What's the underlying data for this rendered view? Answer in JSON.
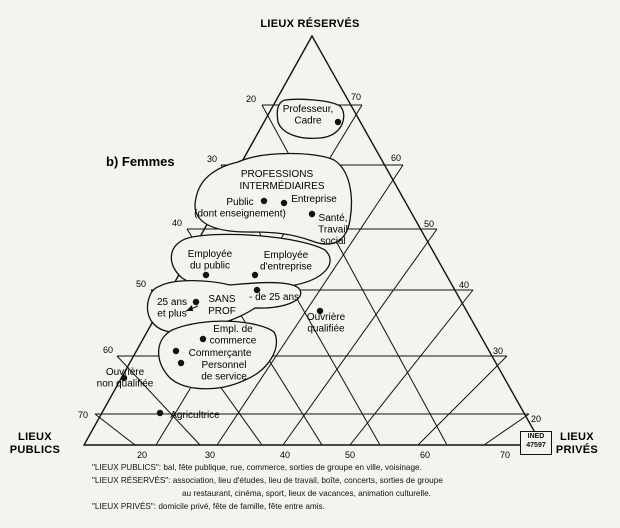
{
  "axes": {
    "top": "LIEUX RÉSERVÉS",
    "left_line1": "LIEUX",
    "left_line2": "PUBLICS",
    "right_line1": "LIEUX",
    "right_line2": "PRIVÉS"
  },
  "panel_title": "b) Femmes",
  "ticks": {
    "left_edge": [
      "20",
      "30",
      "40",
      "50",
      "60",
      "70"
    ],
    "right_edge": [
      "70",
      "60",
      "50",
      "40",
      "30",
      "20"
    ],
    "bottom_edge": [
      "20",
      "30",
      "40",
      "50",
      "60",
      "70"
    ]
  },
  "groups": {
    "professions_line1": "PROFESSIONS",
    "professions_line2": "INTERMÉDIAIRES",
    "sans_prof_line1": "SANS",
    "sans_prof_line2": "PROF"
  },
  "points": [
    {
      "id": "professeur",
      "lines": [
        "Professeur,",
        "Cadre"
      ]
    },
    {
      "id": "public",
      "lines": [
        "Public",
        "(dont enseignement)"
      ]
    },
    {
      "id": "entreprise",
      "lines": [
        "Entreprise"
      ]
    },
    {
      "id": "sante",
      "lines": [
        "Santé,",
        "Travail",
        "social"
      ]
    },
    {
      "id": "employee-public",
      "lines": [
        "Employée",
        "du public"
      ]
    },
    {
      "id": "employee-entreprise",
      "lines": [
        "Employée",
        "d'entreprise"
      ]
    },
    {
      "id": "25-ans",
      "lines": [
        "25 ans",
        "et plus"
      ]
    },
    {
      "id": "moins-25",
      "lines": [
        "- de 25 ans"
      ]
    },
    {
      "id": "ouvriere-qualifiee",
      "lines": [
        "Ouvrière",
        "qualifiée"
      ]
    },
    {
      "id": "empl-commerce",
      "lines": [
        "Empl. de",
        "commerce"
      ]
    },
    {
      "id": "commercante",
      "lines": [
        "Commerçante"
      ]
    },
    {
      "id": "personnel-service",
      "lines": [
        "Personnel",
        "de service"
      ]
    },
    {
      "id": "ouvriere-non-qualifiee",
      "lines": [
        "Ouvrière",
        "non qualifiée"
      ]
    },
    {
      "id": "agricultrice",
      "lines": [
        "Agricultrice"
      ]
    }
  ],
  "legend": {
    "publics": "\"LIEUX PUBLICS\": bal, fête publique, rue, commerce, sorties de groupe en ville, voisinage.",
    "reserves_line1": "\"LIEUX RÉSERVÉS\": association, lieu d'études, lieu de travail, boîte, concerts, sorties de groupe",
    "reserves_line2": "au restaurant, cinéma, sport, lieux de vacances, animation culturelle.",
    "prives": "\"LIEUX PRIVÉS\": domicile privé, fête de famille, fête entre amis."
  },
  "badge": {
    "line1": "INED",
    "line2": "47597"
  }
}
